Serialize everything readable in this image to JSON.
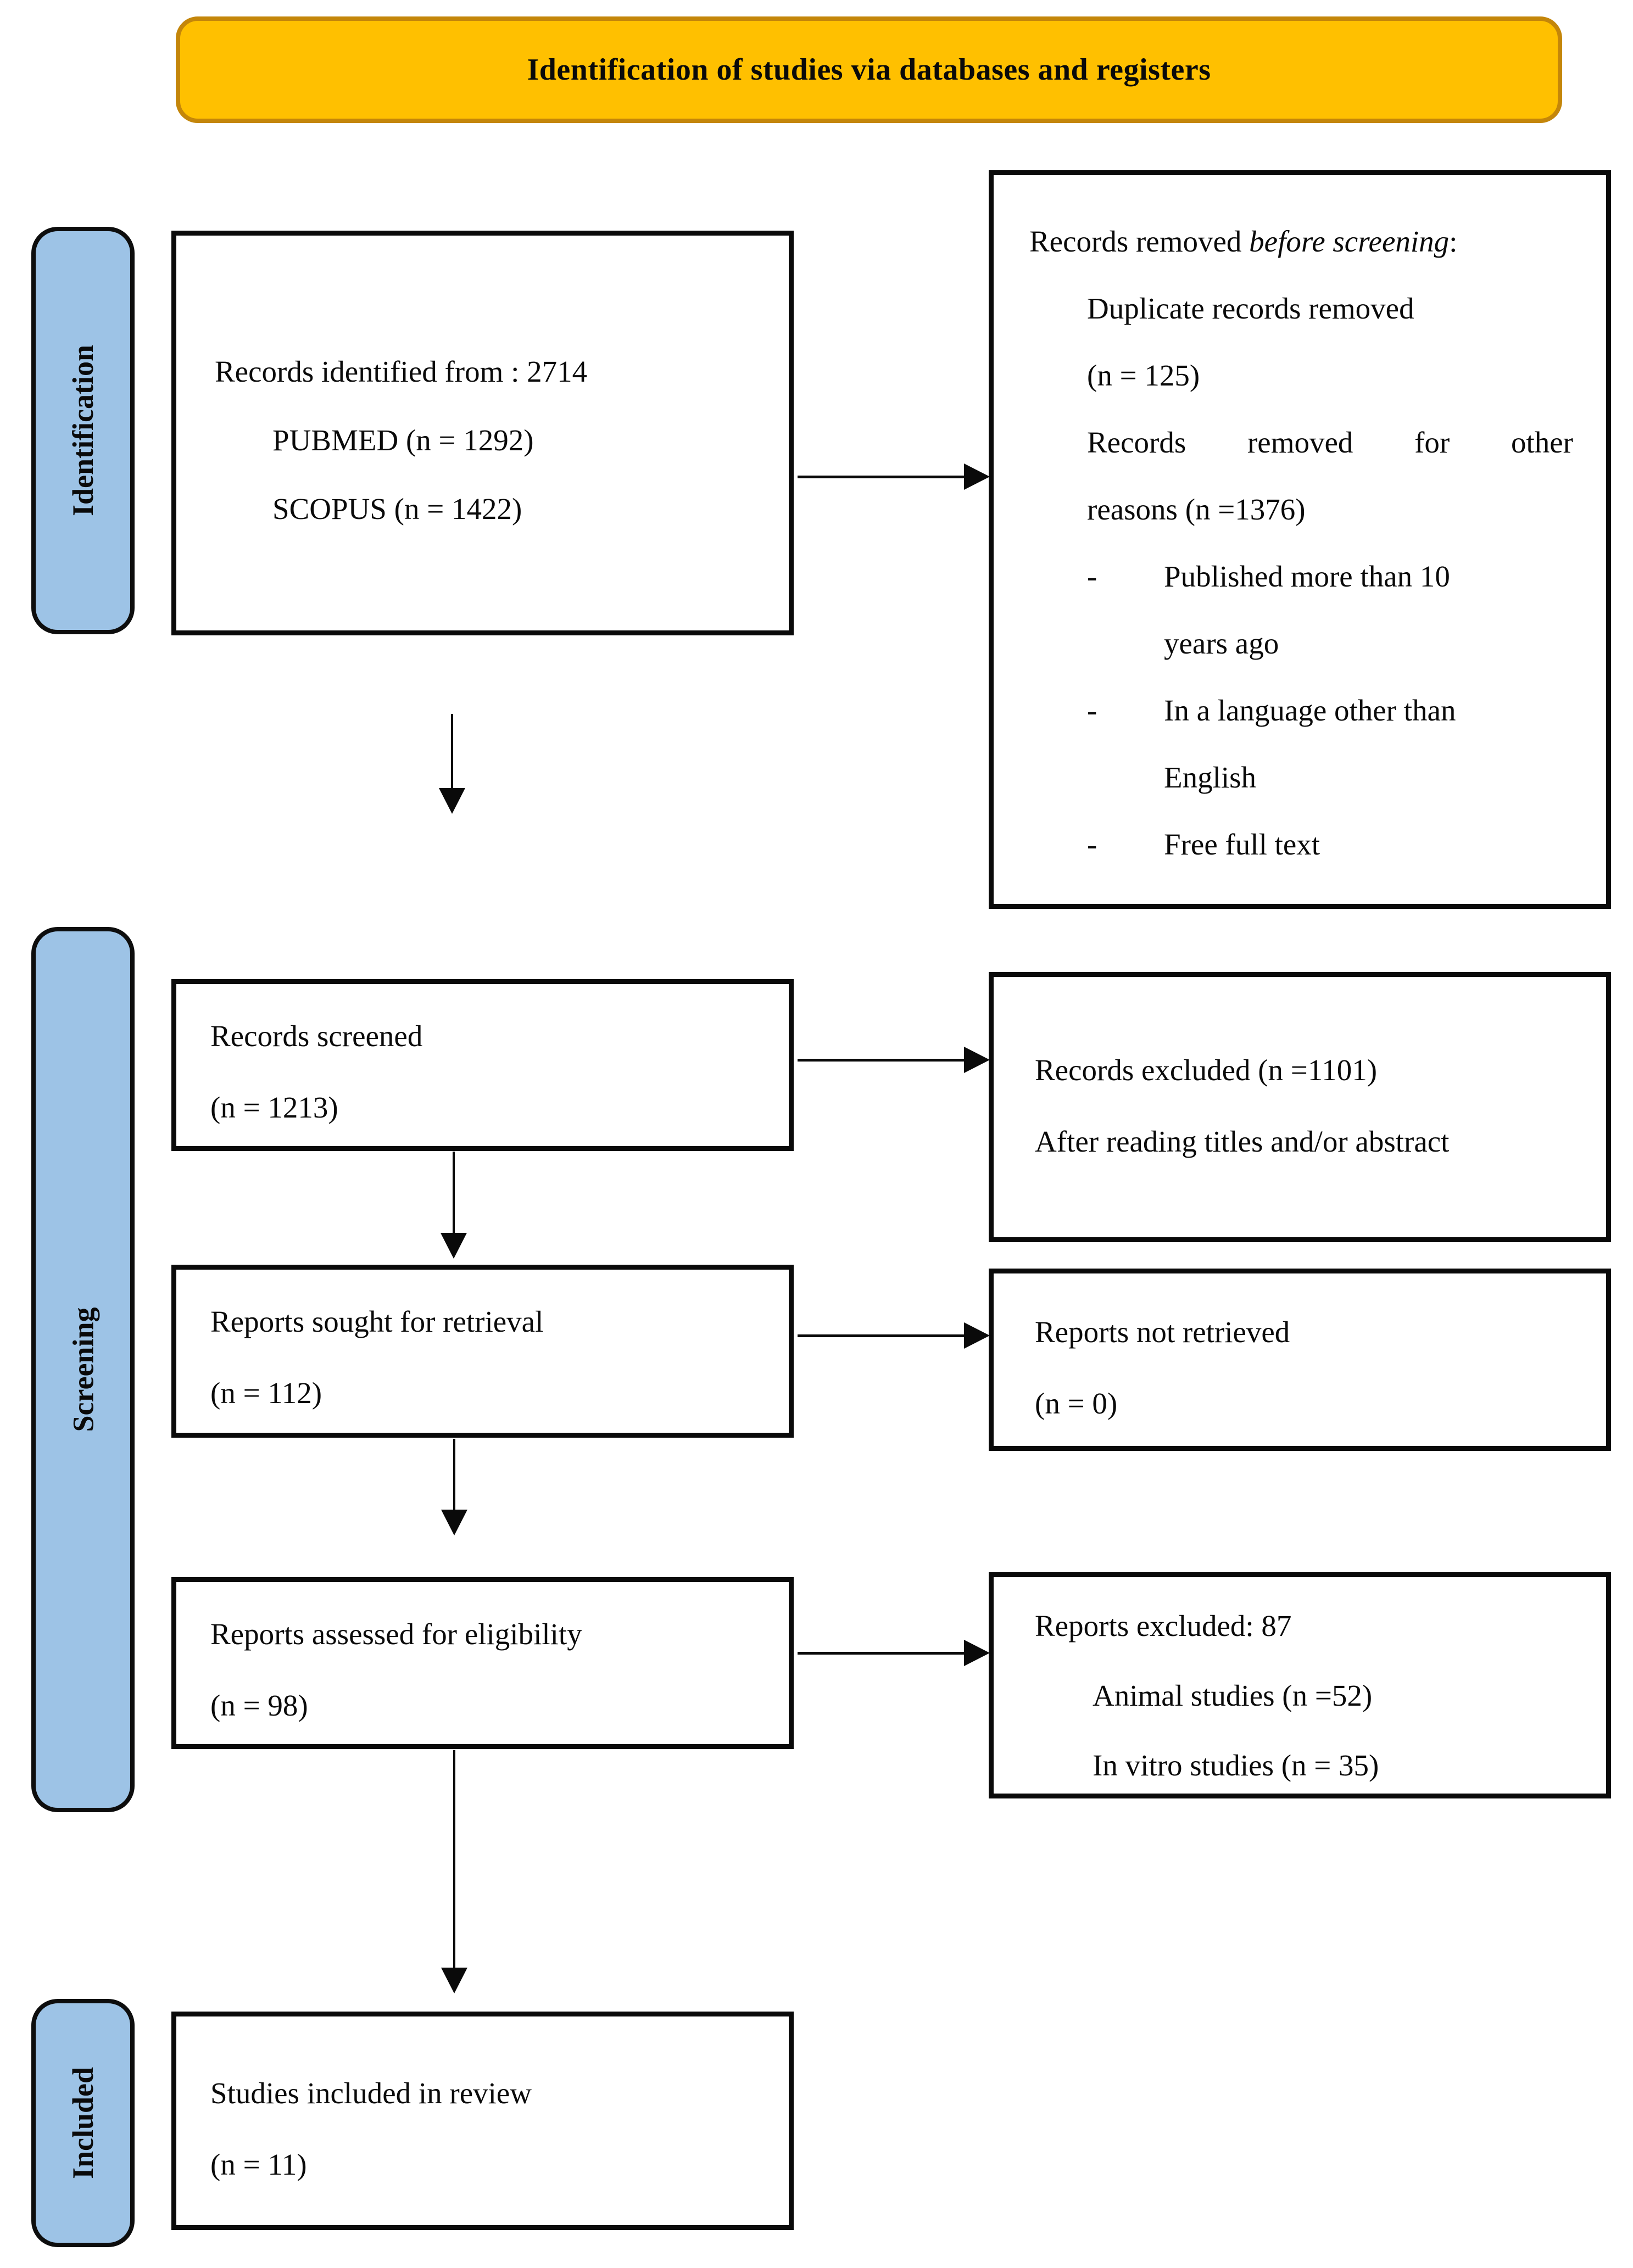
{
  "banner": {
    "title": "Identification of studies via databases and registers"
  },
  "sidebar": {
    "identification": "Identification",
    "screening": "Screening",
    "included": "Included"
  },
  "boxes": {
    "records_identified": {
      "line1": "Records identified from : 2714",
      "line2": "PUBMED (n = 1292)",
      "line3": "SCOPUS (n = 1422)"
    },
    "records_removed": {
      "title_prefix": "Records removed ",
      "title_italic": "before screening",
      "title_suffix": ":",
      "line1": "Duplicate records removed",
      "line2": "(n = 125)",
      "line3a": "Records removed for other",
      "line3b": "reasons (n =1376)",
      "bullets": [
        {
          "marker": "-",
          "line1": "Published more than 10",
          "line2": "years ago"
        },
        {
          "marker": "-",
          "line1": "In a language other than",
          "line2": "English"
        },
        {
          "marker": "-",
          "line1": "Free full text"
        }
      ]
    },
    "records_screened": {
      "line1": "Records screened",
      "line2": "(n = 1213)"
    },
    "records_excluded": {
      "line1": "Records excluded (n =1101)",
      "line2": "After reading titles and/or abstract"
    },
    "reports_sought": {
      "line1": "Reports sought for retrieval",
      "line2": "(n = 112)"
    },
    "reports_not_retrieved": {
      "line1": "Reports not retrieved",
      "line2": "(n = 0)"
    },
    "reports_assessed": {
      "line1": "Reports assessed for eligibility",
      "line2": "(n = 98)"
    },
    "reports_excluded": {
      "line1": "Reports excluded: 87",
      "line2": "Animal studies (n =52)",
      "line3": "In vitro studies (n = 35)"
    },
    "studies_included": {
      "line1": "Studies included in review",
      "line2": "(n = 11)"
    }
  },
  "colors": {
    "banner_fill": "#FFC000",
    "banner_border": "#C4860A",
    "stage_fill": "#9DC3E6",
    "line_color": "#0A0A0A"
  }
}
